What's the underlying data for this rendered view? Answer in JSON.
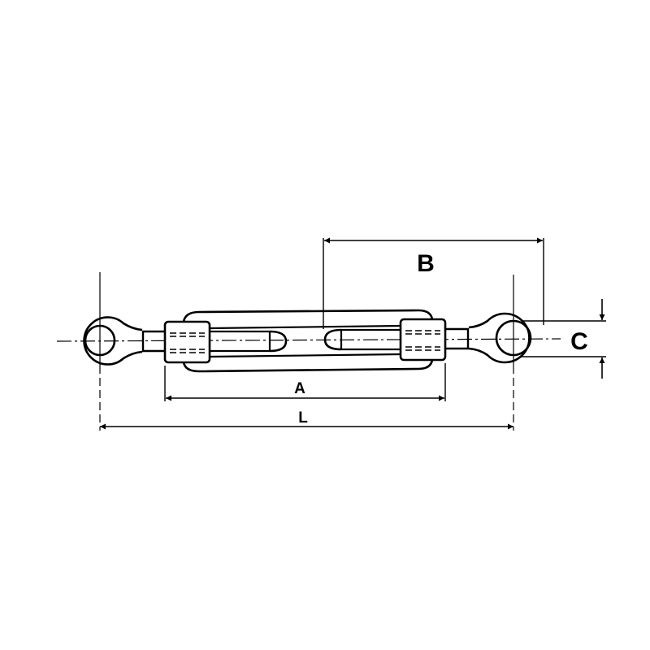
{
  "diagram": {
    "subject": "turnbuckle eye-eye",
    "stroke_color": "#000000",
    "background": "#ffffff",
    "dimensions": {
      "A": {
        "label": "A",
        "description": "body length between nuts"
      },
      "B": {
        "label": "B",
        "description": "center of body to eye center"
      },
      "C": {
        "label": "C",
        "description": "eye inner diameter"
      },
      "L": {
        "label": "L",
        "description": "overall length eye center to eye center"
      }
    }
  }
}
